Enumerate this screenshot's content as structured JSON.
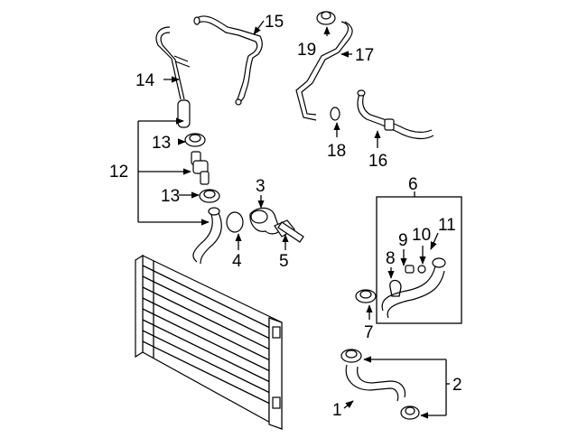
{
  "callouts": {
    "c1": "1",
    "c2": "2",
    "c3": "3",
    "c4": "4",
    "c5": "5",
    "c6": "6",
    "c7": "7",
    "c8": "8",
    "c9": "9",
    "c10": "10",
    "c11": "11",
    "c12": "12",
    "c13a": "13",
    "c13b": "13",
    "c14": "14",
    "c15": "15",
    "c16": "16",
    "c17": "17",
    "c18": "18",
    "c19": "19"
  }
}
